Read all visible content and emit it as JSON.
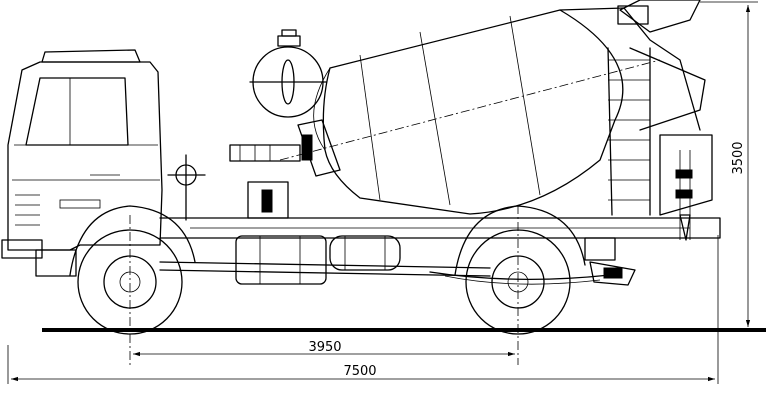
{
  "dimensions": {
    "wheelbase": "3950",
    "overall_length": "7500",
    "overall_height": "3500"
  }
}
